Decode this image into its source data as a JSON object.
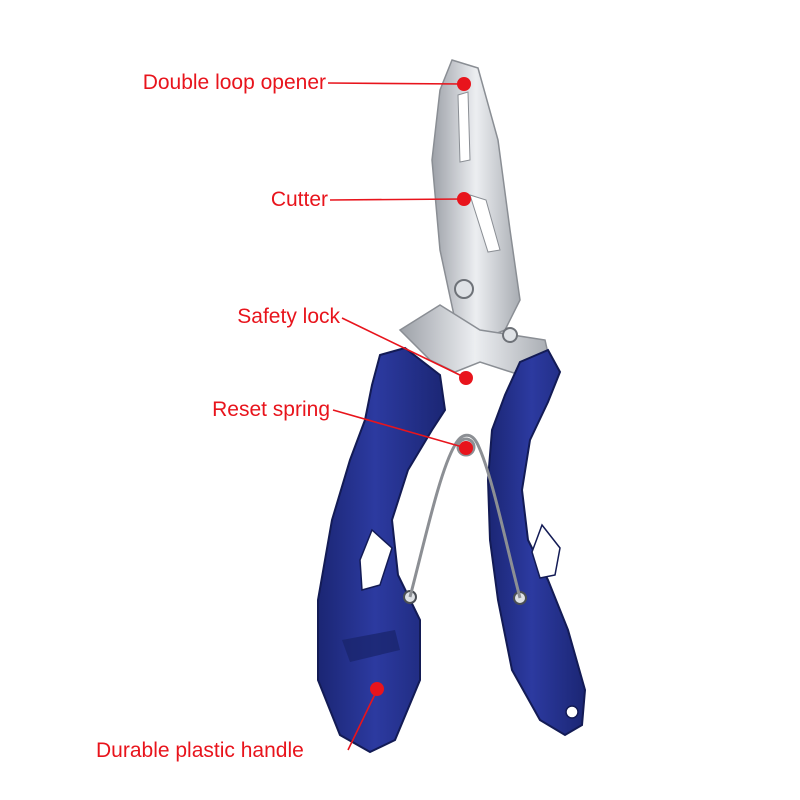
{
  "callouts": [
    {
      "id": "double-loop-opener",
      "text": "Double loop opener"
    },
    {
      "id": "cutter",
      "text": "Cutter"
    },
    {
      "id": "safety-lock",
      "text": "Safety lock"
    },
    {
      "id": "reset-spring",
      "text": "Reset spring"
    },
    {
      "id": "durable-plastic-handle",
      "text": "Durable plastic handle"
    }
  ],
  "colors": {
    "label_text": "#e8141c",
    "leader": "#e8141c",
    "marker": "#e8141c",
    "handle": "#23318f",
    "handle_shadow": "#18236a",
    "steel": "#c9ccd1",
    "spring": "#8c8f94"
  },
  "image": {
    "subject": "fishing-pliers-icon"
  }
}
